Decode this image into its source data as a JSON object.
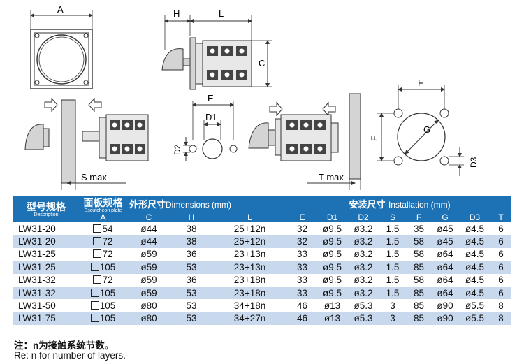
{
  "drawing": {
    "labels": {
      "a": "A",
      "h": "H",
      "l": "L",
      "c": "C",
      "e": "E",
      "d1": "D1",
      "d2": "D2",
      "f_top": "F",
      "f_side": "F",
      "g": "G",
      "d3": "D3",
      "s_max": "S max",
      "t_max": "T max"
    },
    "colors": {
      "line": "#333333",
      "fill": "#d4d4d4",
      "dark": "#444444",
      "header": "#1c72b4",
      "stripe": "#c8d9ee"
    }
  },
  "table": {
    "headers": {
      "description_cn": "型号规格",
      "description_en": "Description",
      "escutcheon_cn": "面板规格",
      "escutcheon_en": "Escutcheon plate",
      "dimensions_cn": "外形尺寸",
      "dimensions_en": "Dimensions (mm)",
      "installation_cn": "安装尺寸",
      "installation_en": "Installation  (mm)",
      "cols": [
        "A",
        "C",
        "H",
        "L",
        "E",
        "D1",
        "D2",
        "S",
        "F",
        "G",
        "D3",
        "T"
      ]
    },
    "rows": [
      {
        "model": "LW31-20",
        "a": "54",
        "c": "ø44",
        "h": "38",
        "l": "25+12n",
        "e": "32",
        "d1": "ø9.5",
        "d2": "ø3.2",
        "s": "1.5",
        "f": "35",
        "g": "ø45",
        "d3": "ø4.5",
        "t": "6"
      },
      {
        "model": "LW31-20",
        "a": "72",
        "c": "ø44",
        "h": "38",
        "l": "25+12n",
        "e": "32",
        "d1": "ø9.5",
        "d2": "ø3.2",
        "s": "1.5",
        "f": "58",
        "g": "ø45",
        "d3": "ø4.5",
        "t": "6"
      },
      {
        "model": "LW31-25",
        "a": "72",
        "c": "ø59",
        "h": "36",
        "l": "23+13n",
        "e": "33",
        "d1": "ø9.5",
        "d2": "ø3.2",
        "s": "1.5",
        "f": "58",
        "g": "ø64",
        "d3": "ø4.5",
        "t": "6"
      },
      {
        "model": "LW31-25",
        "a": "105",
        "c": "ø59",
        "h": "53",
        "l": "23+13n",
        "e": "33",
        "d1": "ø9.5",
        "d2": "ø3.2",
        "s": "1.5",
        "f": "85",
        "g": "ø64",
        "d3": "ø4.5",
        "t": "6"
      },
      {
        "model": "LW31-32",
        "a": "72",
        "c": "ø59",
        "h": "36",
        "l": "23+18n",
        "e": "33",
        "d1": "ø9.5",
        "d2": "ø3.2",
        "s": "1.5",
        "f": "58",
        "g": "ø64",
        "d3": "ø4.5",
        "t": "6"
      },
      {
        "model": "LW31-32",
        "a": "105",
        "c": "ø59",
        "h": "53",
        "l": "23+18n",
        "e": "33",
        "d1": "ø9.5",
        "d2": "ø3.2",
        "s": "1.5",
        "f": "85",
        "g": "ø64",
        "d3": "ø4.5",
        "t": "6"
      },
      {
        "model": "LW31-50",
        "a": "105",
        "c": "ø80",
        "h": "53",
        "l": "34+18n",
        "e": "46",
        "d1": "ø13",
        "d2": "ø5.3",
        "s": "3",
        "f": "85",
        "g": "ø90",
        "d3": "ø5.5",
        "t": "8"
      },
      {
        "model": "LW31-75",
        "a": "105",
        "c": "ø80",
        "h": "53",
        "l": "34+27n",
        "e": "46",
        "d1": "ø13",
        "d2": "ø5.3",
        "s": "3",
        "f": "85",
        "g": "ø90",
        "d3": "ø5.5",
        "t": "8"
      }
    ]
  },
  "notes": {
    "cn": "注：n为接触系统节数。",
    "en": "Re: n for number of layers."
  }
}
